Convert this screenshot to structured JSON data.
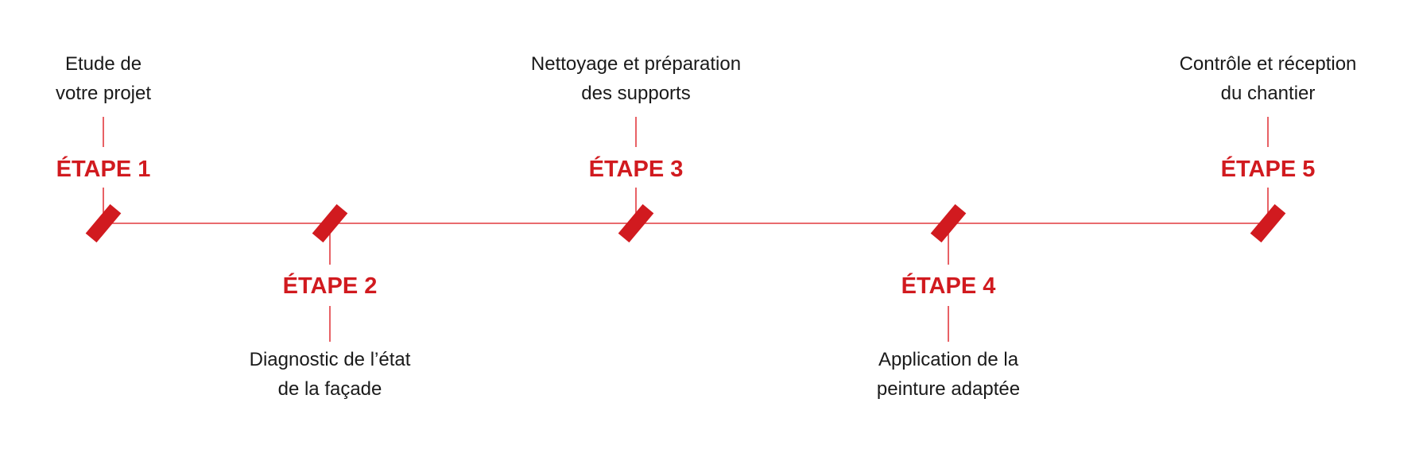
{
  "colors": {
    "accent": "#d11a1f",
    "line": "#e23a3f",
    "text": "#1a1a1a"
  },
  "timeline": {
    "steps": [
      {
        "title": "ÉTAPE 1",
        "description": [
          "Etude de",
          "votre projet"
        ],
        "side": "top"
      },
      {
        "title": "ÉTAPE 2",
        "description": [
          "Diagnostic de l’état",
          "de la façade"
        ],
        "side": "bottom"
      },
      {
        "title": "ÉTAPE 3",
        "description": [
          "Nettoyage et préparation",
          "des supports"
        ],
        "side": "top"
      },
      {
        "title": "ÉTAPE 4",
        "description": [
          "Application de la",
          "peinture adaptée"
        ],
        "side": "bottom"
      },
      {
        "title": "ÉTAPE 5",
        "description": [
          "Contrôle et réception",
          "du chantier"
        ],
        "side": "top"
      }
    ]
  }
}
